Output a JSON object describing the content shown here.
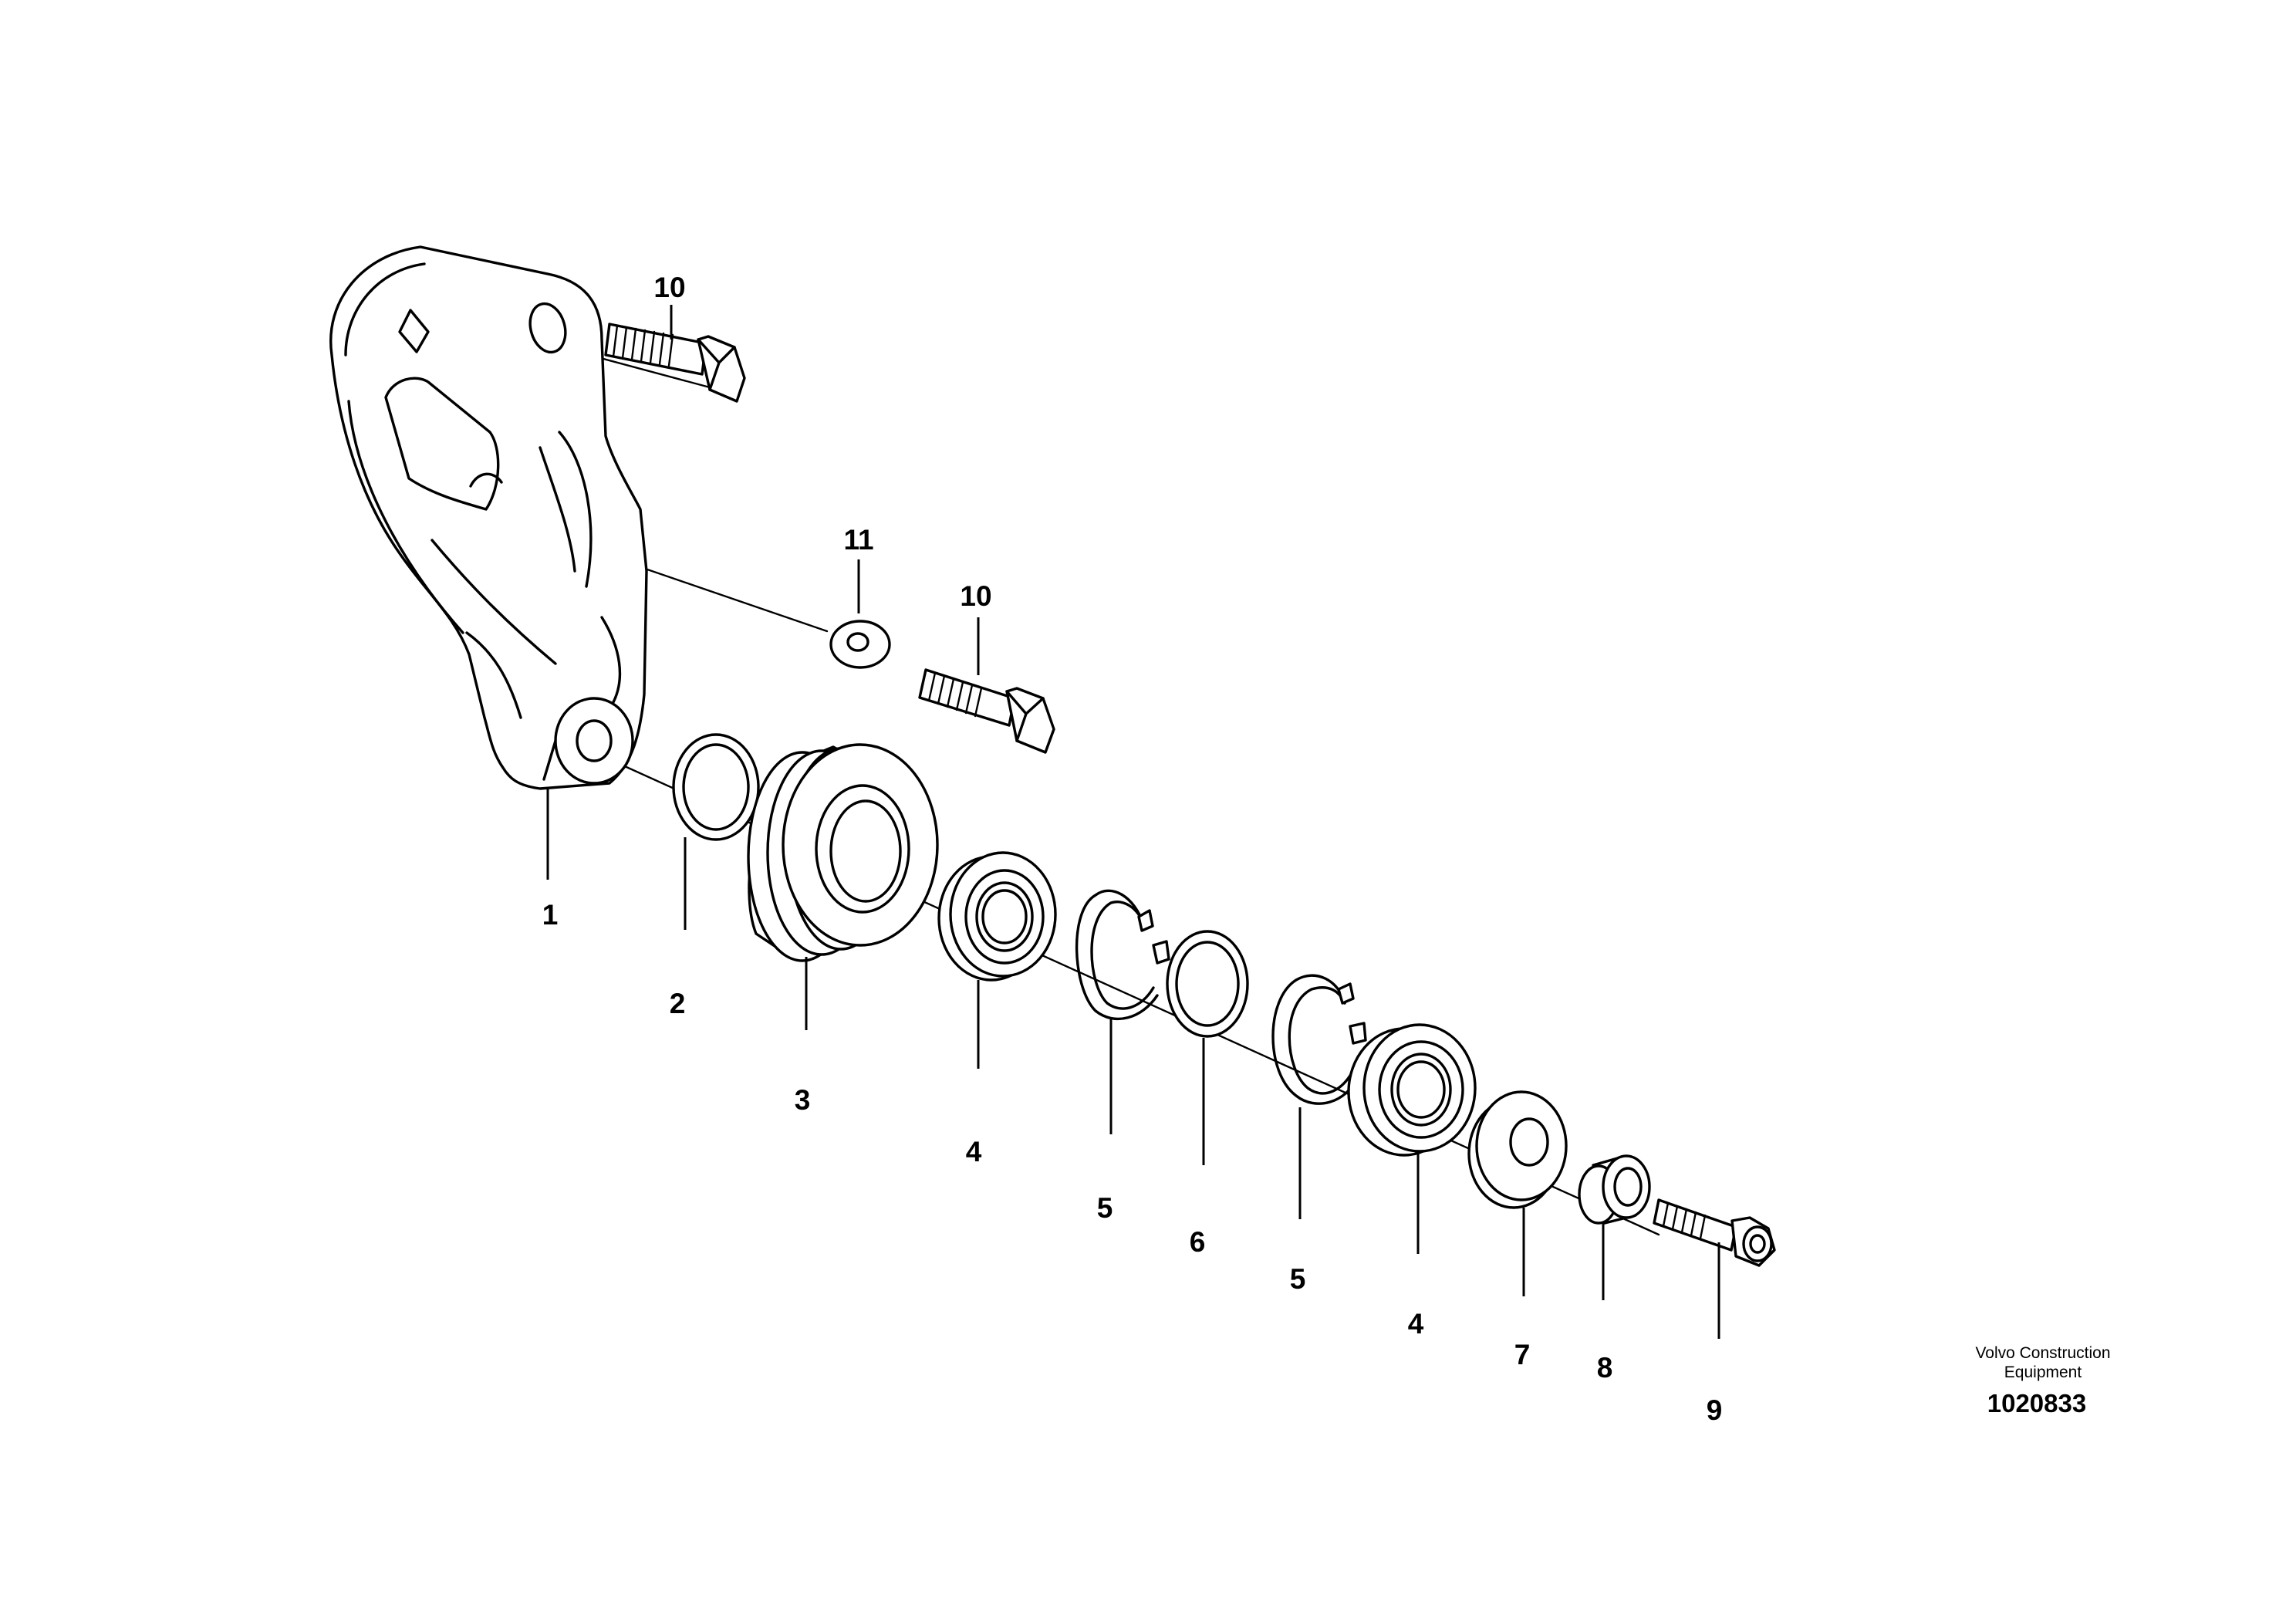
{
  "labels": {
    "p1": "1",
    "p2": "2",
    "p3": "3",
    "p4a": "4",
    "p4b": "4",
    "p5a": "5",
    "p5b": "5",
    "p6": "6",
    "p7": "7",
    "p8": "8",
    "p9": "9",
    "p10a": "10",
    "p10b": "10",
    "p11": "11"
  },
  "footer": {
    "brand_line1": "Volvo Construction",
    "brand_line2": "Equipment",
    "drawing_number": "1020833"
  }
}
